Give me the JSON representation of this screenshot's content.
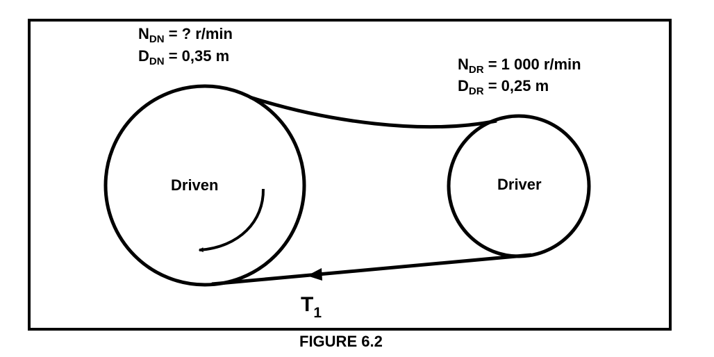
{
  "driven": {
    "speed": {
      "symbol": "N",
      "subscript": "DN",
      "value": "= ? r/min"
    },
    "diameter": {
      "symbol": "D",
      "subscript": "DN",
      "value": "= 0,35 m"
    },
    "label": "Driven"
  },
  "driver": {
    "speed": {
      "symbol": "N",
      "subscript": "DR",
      "value": "= 1 000 r/min"
    },
    "diameter": {
      "symbol": "D",
      "subscript": "DR",
      "value": "= 0,25 m"
    },
    "label": "Driver"
  },
  "belt": {
    "tension": {
      "symbol": "T",
      "subscript": "1"
    }
  },
  "caption": "FIGURE 6.2"
}
